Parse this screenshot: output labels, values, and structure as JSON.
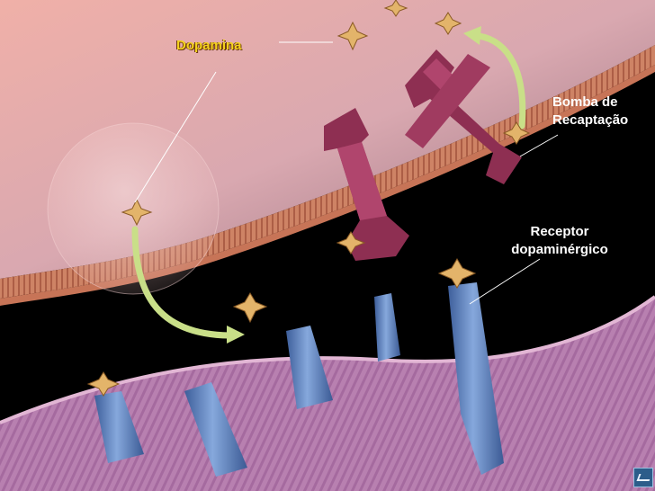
{
  "labels": {
    "dopamine": "Dopamina",
    "pump_line1": "Bomba de",
    "pump_line2": "Recaptação",
    "receptor_line1": "Receptor",
    "receptor_line2": "dopaminérgico"
  },
  "colors": {
    "background": "#000000",
    "presynaptic_membrane": "#d98a6a",
    "postsynaptic_membrane": "#b77ba8",
    "dopamine": "#e3b46a",
    "reuptake_pump": "#8e2f52",
    "receptor": "#5f86c4",
    "arrow": "#c9df88",
    "dopamine_label": "#f4d21f",
    "leader_lines": "#ffffff"
  },
  "icons": {
    "logo": "publisher-logo-icon"
  }
}
